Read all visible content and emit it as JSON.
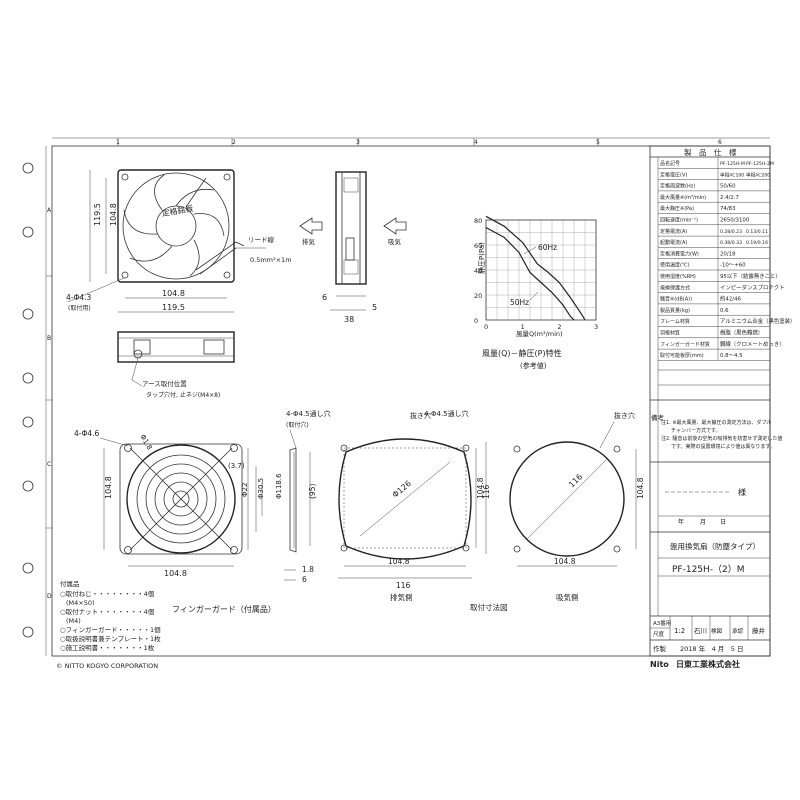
{
  "ruler": {
    "cols": [
      "1",
      "2",
      "3",
      "4",
      "5",
      "6"
    ],
    "rows": [
      "A",
      "B",
      "C",
      "D"
    ]
  },
  "fan_front": {
    "dims": {
      "h_outer": "119.5",
      "h_inner": "104.8",
      "w_inner": "104.8",
      "w_outer": "119.5"
    },
    "label_center": "定格銘板",
    "holes": "4-Φ4.3",
    "holes_note": "(取付用)",
    "lead": "リード線",
    "lead_spec": "0.5mm²×1m"
  },
  "fan_side": {
    "dim_depth": "38",
    "dim_left": "6",
    "dim_right": "5",
    "inlet": "吸気",
    "outlet": "排気"
  },
  "fan_bottom": {
    "earth_label": "アース取付位置",
    "earth_spec": "タップ穴付, 止ネジ(M4×8)"
  },
  "chart": {
    "ylabel": "静圧P(Pa)",
    "xlabel": "風量Q(m³/min)",
    "caption": "風量(Q)－静圧(P)特性",
    "sub": "(参考値)",
    "yticks": [
      "80",
      "60",
      "40",
      "20",
      "0"
    ],
    "xticks": [
      "0",
      "1",
      "2",
      "3"
    ],
    "label_60": "60Hz",
    "label_50": "50Hz"
  },
  "chart_data": {
    "type": "line",
    "title": "風量(Q)－静圧(P)特性",
    "xlabel": "風量Q(m³/min)",
    "ylabel": "静圧P(Pa)",
    "xlim": [
      0,
      3
    ],
    "ylim": [
      0,
      80
    ],
    "grid": true,
    "series": [
      {
        "name": "60Hz",
        "x": [
          0,
          0.5,
          1.0,
          1.4,
          1.7,
          2.0,
          2.3,
          2.6,
          2.7
        ],
        "y": [
          83,
          75,
          62,
          45,
          38,
          30,
          18,
          5,
          0
        ]
      },
      {
        "name": "50Hz",
        "x": [
          0,
          0.5,
          0.9,
          1.2,
          1.5,
          1.8,
          2.1,
          2.3,
          2.4
        ],
        "y": [
          74,
          66,
          54,
          38,
          30,
          22,
          12,
          3,
          0
        ]
      }
    ]
  },
  "guard": {
    "holes": "4-Φ4.6",
    "dims": {
      "phi1": "Φ1.8",
      "r": "(3.7)",
      "d1": "Φ22",
      "d2": "Φ30.5",
      "d3": "Φ118.6",
      "w": "104.8",
      "h": "104.8"
    },
    "side_holes": "4-Φ4.5通し穴",
    "side_note": "(取付穴)",
    "side_dims": {
      "h": "(95)",
      "t1": "1.8",
      "t2": "6"
    },
    "caption": "フィンガーガード（付属品）"
  },
  "mount_exhaust": {
    "holes": "4-Φ4.5通し穴",
    "cut": "抜き穴",
    "d": "Φ126",
    "w1": "104.8",
    "w2": "116",
    "h1": "104.8",
    "h2": "116",
    "caption": "排気側"
  },
  "mount_intake": {
    "cut": "抜き穴",
    "d": "116",
    "w1": "104.8",
    "h1": "104.8",
    "caption": "吸気側"
  },
  "mount_caption": "取付寸法図",
  "accessories": {
    "title": "付属品",
    "items": [
      "○取付ねじ・・・・・・・・4個",
      "(M4×50)",
      "○取付ナット・・・・・・・4個",
      "(M4)",
      "○フィンガーガード・・・・・1個",
      "○取扱説明書兼テンプレート・1枚",
      "○施工説明書・・・・・・・1枚"
    ]
  },
  "copyright": "© NITTO KOGYO CORPORATION",
  "spec": {
    "title": "製　品　仕　様",
    "rows": [
      [
        "品名記号",
        "PF-125H-M",
        "PF-125H-2M"
      ],
      [
        "定格電圧(V)",
        "単相AC100",
        "単相AC200"
      ],
      [
        "定格周波数(Hz)",
        "50/60",
        ""
      ],
      [
        "最大風量※(m³/min)",
        "2.4/2.7",
        ""
      ],
      [
        "最大静圧※(Pa)",
        "74/83",
        ""
      ],
      [
        "回転速度(min⁻¹)",
        "2650/3100",
        ""
      ],
      [
        "定格電流(A)",
        "0.28/0.23",
        "0.13/0.11"
      ],
      [
        "起動電流(A)",
        "0.38/0.33",
        "0.19/0.16"
      ],
      [
        "定格消費電力(W)",
        "20/18",
        ""
      ],
      [
        "使用温度(℃)",
        "-10～+60",
        ""
      ],
      [
        "使用湿度(%RH)",
        "95以下（結露無きこと）",
        ""
      ],
      [
        "焼損保護方式",
        "インピーダンスプロテクト",
        ""
      ],
      [
        "騒音※(dB(A))",
        "約42/46",
        ""
      ],
      [
        "製品質量(kg)",
        "0.6",
        ""
      ],
      [
        "フレーム材質",
        "アルミニウム合金（黒色塗装）",
        ""
      ],
      [
        "羽根材質",
        "樹脂（黒色難燃）",
        ""
      ],
      [
        "フィンガーガード材質",
        "鋼線（クロメートめっき）",
        ""
      ],
      [
        "取付可能板厚(mm)",
        "0.8～4.5",
        ""
      ]
    ],
    "notes_label": "備考",
    "notes": [
      "注1. ※最大風量、最大静圧の測定方法は、ダブル",
      "　　チャンバー方式です。",
      "注2. 騒音は前後の空気の吸排気を妨害せず測定した値",
      "　　です。実際の設置環境により値は異なります。"
    ],
    "customer_suffix": "様",
    "date_fields": [
      "年",
      "月",
      "日"
    ],
    "product_type": "盤用換気扇（防塵タイプ）",
    "model": "PF-125H-（2）M",
    "meta": [
      "A3番用",
      "尺度",
      "1:2",
      "石川",
      "検図",
      "服部",
      "承認",
      "藤井"
    ],
    "made": "作製",
    "date": "2018 年　4 月　5 日",
    "logo_mark": "Nito",
    "company": "日東工業株式会社"
  }
}
